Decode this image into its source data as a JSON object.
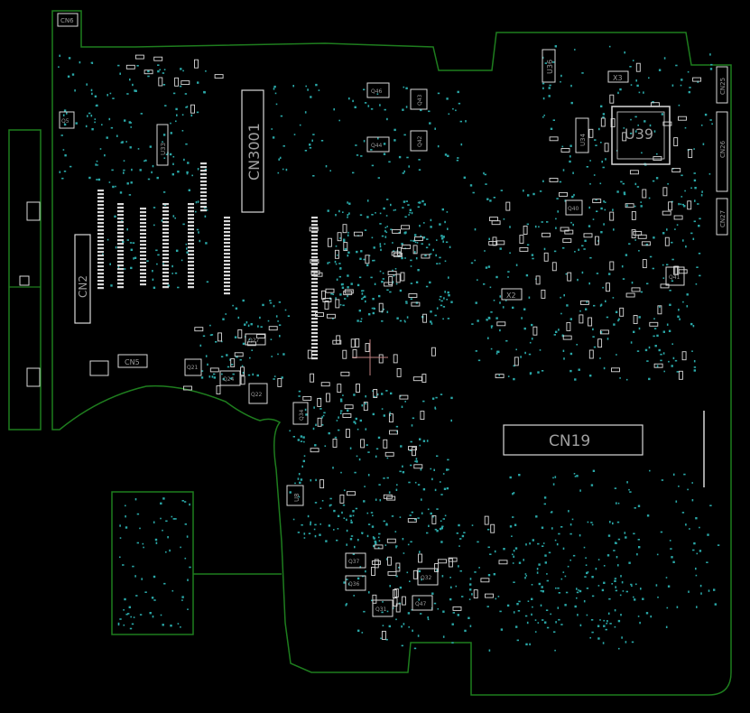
{
  "view": {
    "background": "#000000",
    "outline_color": "#1e7d1e",
    "part_color": "#d8d8d8",
    "pad_color": "#2aa8a8",
    "label_color": "#9a9a9a",
    "cursor_color": "#c08080"
  },
  "designators": {
    "cn3001": "CN3001",
    "cn19": "CN19",
    "u39": "U39",
    "cn2": "CN2",
    "u36": "U36",
    "cn5": "CN5",
    "x3": "X3",
    "x2": "X2",
    "u8": "U8",
    "q5": "Q5",
    "q46": "Q46",
    "q44": "Q44",
    "q43": "Q43",
    "q42": "Q42",
    "q41": "Q41",
    "q40": "Q40",
    "q37": "Q37",
    "q36": "Q36",
    "q31": "Q31",
    "q32": "Q32",
    "q47": "Q47",
    "q34": "Q34",
    "q24": "Q24",
    "q22": "Q22",
    "q21": "Q21",
    "q27": "Q27",
    "cn25": "CN25",
    "cn26": "CN26",
    "cn27": "CN27",
    "cn6": "CN6",
    "u34": "U34",
    "u33": "U33"
  }
}
